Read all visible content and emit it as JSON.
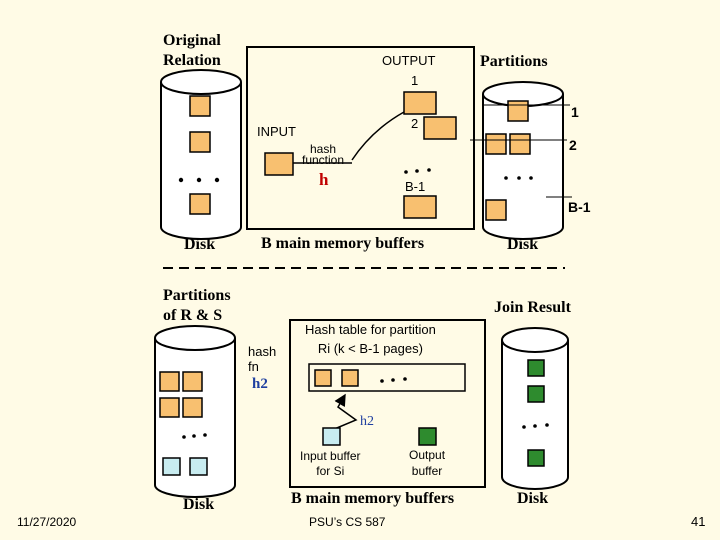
{
  "top": {
    "original_relation": "Original\nRelation",
    "output_label": "OUTPUT",
    "output_1": "1",
    "output_2": "2",
    "output_b1": "B-1",
    "input_label": "INPUT",
    "hash_function": "hash\nfunction",
    "h": "h",
    "partitions": "Partitions",
    "part_1": "1",
    "part_2": "2",
    "part_b1": "B-1",
    "disk_left": "Disk",
    "disk_right": "Disk",
    "buffers": "B main memory buffers"
  },
  "bottom": {
    "partitions_rs": "Partitions\nof R & S",
    "join_result": "Join Result",
    "hash_table": "Hash table for partition\nRi (k < B-1 pages)",
    "hash_fn": "hash\nfn",
    "h2": "h2",
    "h2_lower": "h2",
    "input_buffer": "Input buffer\nfor Si",
    "output_buffer": "Output\nbuffer",
    "disk_left": "Disk",
    "disk_right": "Disk",
    "buffers": "B main memory buffers"
  },
  "footer": {
    "date": "11/27/2020",
    "course": "PSU’s CS 587",
    "page": "41"
  },
  "colors": {
    "background": "#fffbe6",
    "page_orange": "#f8c070",
    "input_cyan": "#c8ecf0",
    "output_green": "#2e8b2e",
    "h_red": "#c00000",
    "h2_blue": "#1f3fa0"
  }
}
